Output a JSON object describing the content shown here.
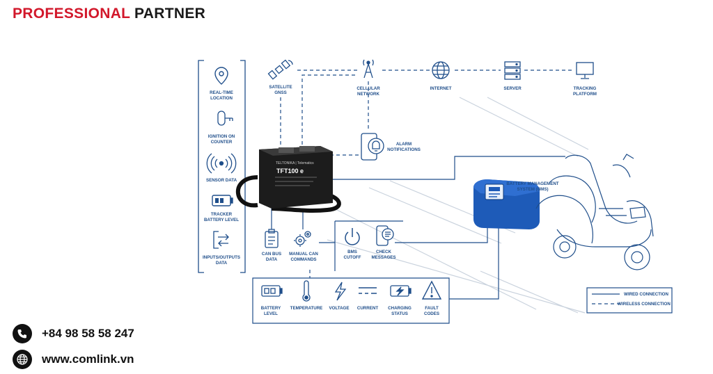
{
  "header": {
    "brand_part1": "PROFESSIONAL",
    "brand_part2": "PARTNER"
  },
  "diagram": {
    "left_panel": [
      "REAL-TIME",
      "LOCATION",
      "IGNITION ON",
      "COUNTER",
      "SENSOR DATA",
      "TRACKER",
      "BATTERY LEVEL",
      "INPUTS/OUTPUTS",
      "DATA"
    ],
    "top_row": [
      "SATELLITE",
      "GNSS",
      "CELLULAR",
      "NETWORK",
      "INTERNET",
      "SERVER",
      "TRACKING",
      "PLATFORM"
    ],
    "alarm": [
      "ALARM",
      "NOTIFICATIONS"
    ],
    "device": {
      "brand": "TELTONIKA | Telematics",
      "model": "TFT100 e"
    },
    "middle": [
      "CAN BUS",
      "DATA",
      "MANUAL CAN",
      "COMMANDS",
      "BMS",
      "CUTOFF",
      "CHECK",
      "MESSAGES"
    ],
    "bms": [
      "BATTERY MANAGEMENT",
      "SYSTEM (BMS)"
    ],
    "bottom_row": [
      "BATTERY",
      "LEVEL",
      "TEMPERATURE",
      "VOLTAGE",
      "CURRENT",
      "CHARGING",
      "STATUS",
      "FAULT",
      "CODES"
    ],
    "legend": {
      "wired": "WIRED CONNECTION",
      "wireless": "WIRELESS CONNECTION"
    },
    "colors": {
      "primary": "#1f4e8a",
      "device": "#1c1c1c",
      "brand_red": "#d2182b"
    }
  },
  "contact": {
    "phone": "+84 98 58 58 247",
    "website": "www.comlink.vn"
  }
}
